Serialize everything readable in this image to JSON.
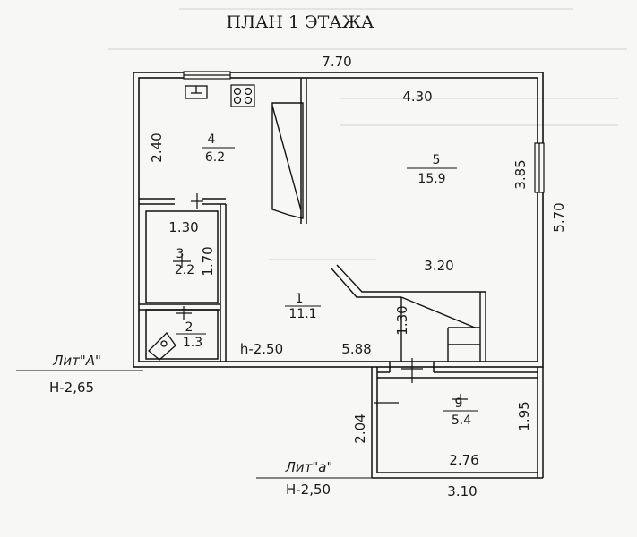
{
  "title": "ПЛАН 1  ЭТАЖА",
  "rooms": [
    {
      "number": "4",
      "area": "6.2"
    },
    {
      "number": "5",
      "area": "15.9"
    },
    {
      "number": "3",
      "area": "2.2"
    },
    {
      "number": "2",
      "area": "1.3"
    },
    {
      "number": "1",
      "area": "11.1"
    },
    {
      "number": "9",
      "area": "5.4"
    }
  ],
  "dimensions": {
    "top_width": "7.70",
    "room5_width": "4.30",
    "room4_height": "2.40",
    "room5_height": "3.85",
    "right_height": "5.70",
    "room3_width": "1.30",
    "room3_height": "1.70",
    "stair_width": "3.20",
    "stair_height": "1.30",
    "room1_width": "5.88",
    "room9_height_left": "2.04",
    "room9_height_right": "1.95",
    "room9_width": "2.76",
    "annex_width": "3.10"
  },
  "ceiling_height": "h-2.50",
  "lit_a": {
    "label": "Лит\"А\"",
    "height": "H-2,65"
  },
  "lit_small_a": {
    "label": "Лит\"а\"",
    "height": "H-2,50"
  }
}
